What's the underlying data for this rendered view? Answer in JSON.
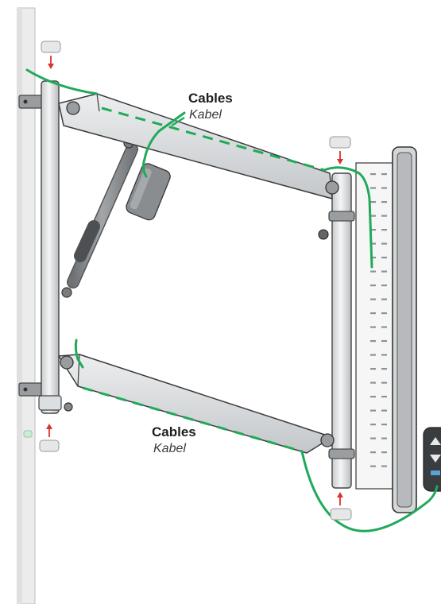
{
  "labels": {
    "top": {
      "primary": "Cables",
      "secondary": "Kabel"
    },
    "bottom": {
      "primary": "Cables",
      "secondary": "Kabel"
    }
  },
  "colors": {
    "cable": "#1faa5a",
    "arrow": "#d9342b",
    "metal": "#d7d9db",
    "metal_dark": "#8e9194",
    "outline": "#3b3b3b",
    "actuator": "#8a8d90"
  },
  "icons": {
    "arrows": "red-down-arrow",
    "caps": "end-cap-icon",
    "remote": "hand-remote-icon"
  }
}
